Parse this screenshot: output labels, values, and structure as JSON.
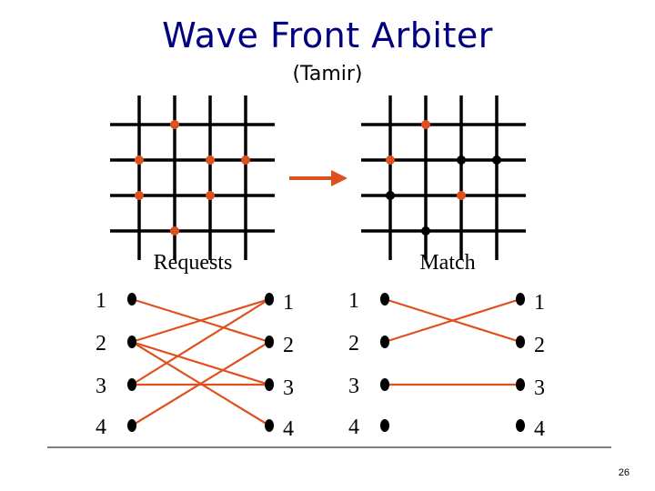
{
  "title": "Wave Front Arbiter",
  "subtitle": "(Tamir)",
  "page_number": "26",
  "colors": {
    "title": "#000080",
    "request": "#e0501e",
    "grid": "#000000"
  },
  "request_grid": {
    "label": "",
    "requests": [
      [
        0,
        1
      ],
      [
        1,
        0
      ],
      [
        1,
        2
      ],
      [
        1,
        3
      ],
      [
        2,
        0
      ],
      [
        2,
        2
      ],
      [
        3,
        1
      ]
    ]
  },
  "match_grid": {
    "label": "",
    "requests": [
      [
        0,
        1
      ],
      [
        1,
        0
      ],
      [
        1,
        2
      ],
      [
        1,
        3
      ],
      [
        2,
        0
      ],
      [
        2,
        2
      ],
      [
        3,
        1
      ]
    ],
    "granted": [
      [
        0,
        1
      ],
      [
        1,
        0
      ],
      [
        2,
        2
      ]
    ]
  },
  "requests_graph": {
    "caption": "Requests",
    "left_labels": [
      "1",
      "2",
      "3",
      "4"
    ],
    "right_labels": [
      "1",
      "2",
      "3",
      "4"
    ],
    "edges": [
      [
        1,
        2
      ],
      [
        2,
        1
      ],
      [
        2,
        3
      ],
      [
        2,
        4
      ],
      [
        3,
        1
      ],
      [
        3,
        3
      ],
      [
        4,
        2
      ]
    ]
  },
  "match_graph": {
    "caption": "Match",
    "left_labels": [
      "1",
      "2",
      "3",
      "4"
    ],
    "right_labels": [
      "1",
      "2",
      "3",
      "4"
    ],
    "edges": [
      [
        1,
        2
      ],
      [
        2,
        1
      ],
      [
        3,
        3
      ]
    ]
  }
}
